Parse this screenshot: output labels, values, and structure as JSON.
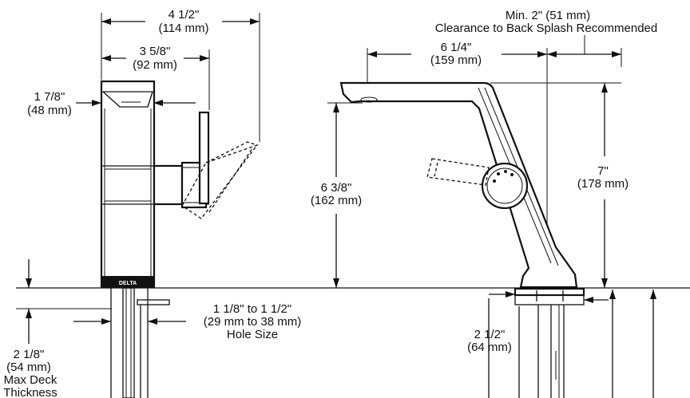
{
  "front_view": {
    "overall_width": {
      "imperial": "4 1/2\"",
      "metric": "(114 mm)"
    },
    "body_width": {
      "imperial": "3 5/8\"",
      "metric": "(92 mm)"
    },
    "body_depth": {
      "imperial": "1 7/8\"",
      "metric": "(48 mm)"
    },
    "hole_size": {
      "imperial": "1 1/8\" to 1 1/2\"",
      "metric": "(29 mm to 38 mm)",
      "label": "Hole Size"
    },
    "deck_thickness": {
      "imperial": "2 1/8\"",
      "metric": "(54 mm)",
      "line1": "Max Deck",
      "line2": "Thickness"
    },
    "brand_mark": "DELTA"
  },
  "side_view": {
    "clearance": {
      "line1": "Min. 2\" (51 mm)",
      "line2": "Clearance to Back Splash Recommended"
    },
    "spout_reach": {
      "imperial": "6 1/4\"",
      "metric": "(159 mm)"
    },
    "spout_height": {
      "imperial": "6 3/8\"",
      "metric": "(162 mm)"
    },
    "overall_height": {
      "imperial": "7\"",
      "metric": "(178 mm)"
    },
    "base_offset": {
      "imperial": "2 1/2\"",
      "metric": "(64 mm)"
    }
  }
}
